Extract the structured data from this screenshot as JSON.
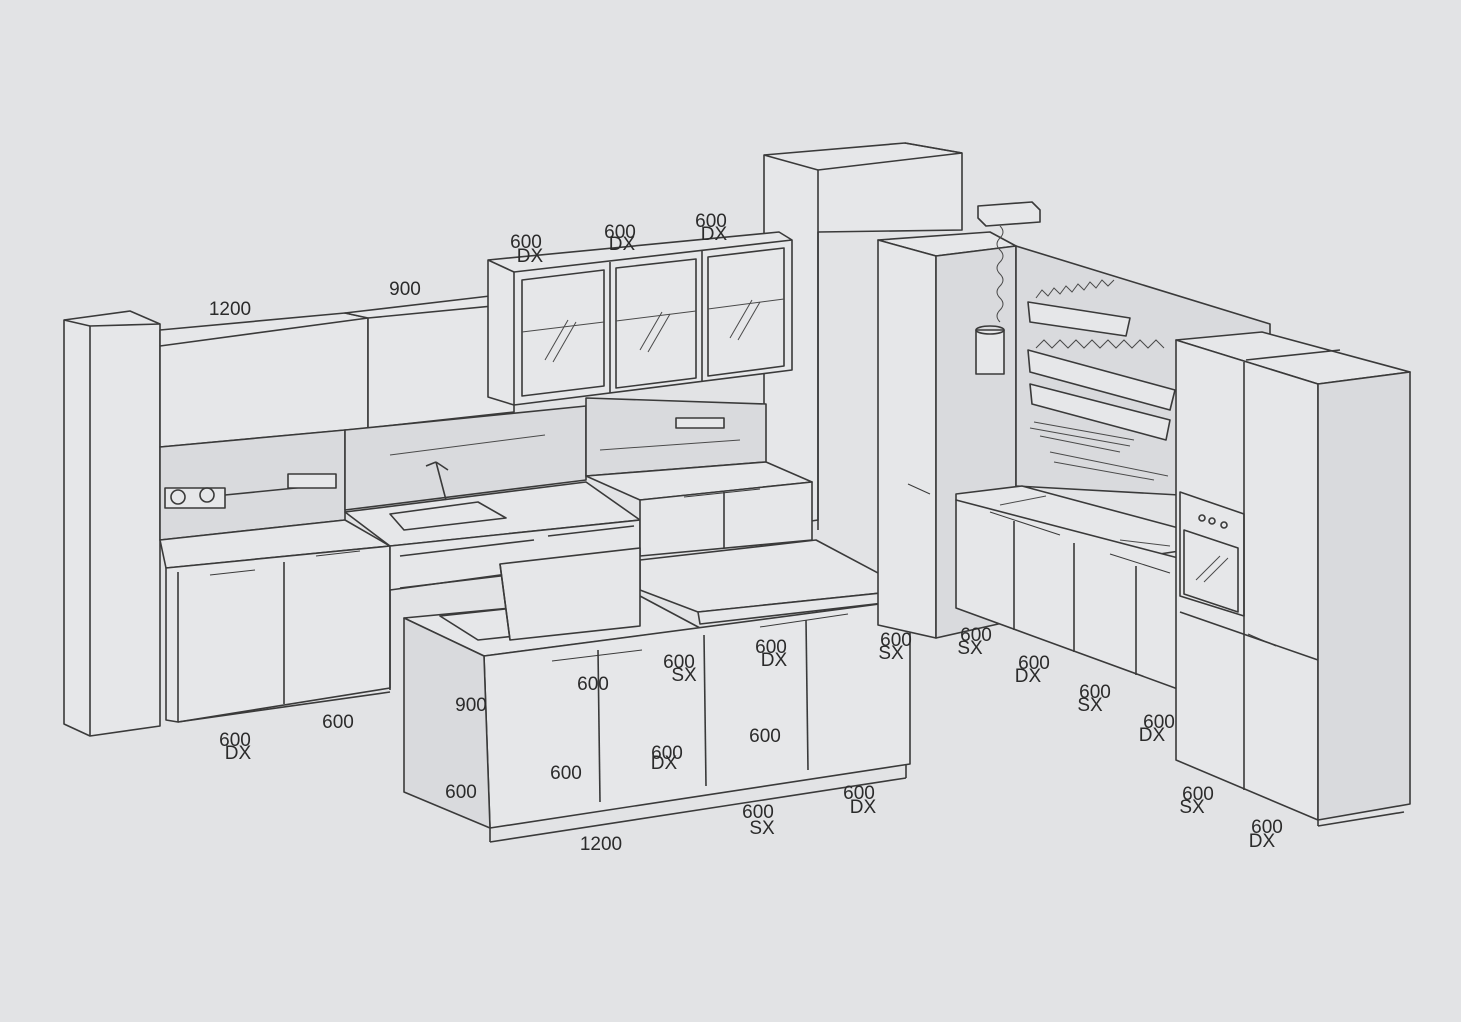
{
  "labels": {
    "upper_left_width": "1200",
    "upper_mid_width": "900",
    "glass_1": "600",
    "glass_1_side": "DX",
    "glass_2": "600",
    "glass_2_side": "DX",
    "glass_3": "600",
    "glass_3_side": "DX",
    "base_left_a": "600",
    "base_left_a_side": "DX",
    "base_left_b": "600",
    "island_height": "900",
    "island_top_a": "600",
    "island_top_b": "600",
    "island_top_b_side": "SX",
    "island_top_c": "600",
    "island_top_c_side": "DX",
    "island_top_d": "600",
    "island_top_d_side": "SX",
    "island_front_a": "600",
    "island_front_b": "600",
    "island_front_b_side": "DX",
    "island_front_c": "600",
    "island_side_depth": "600",
    "island_length": "1200",
    "island_bottom_a": "600",
    "island_bottom_a_side": "SX",
    "island_bottom_b": "600",
    "island_bottom_b_side": "DX",
    "right_fridge": "600",
    "right_fridge_side": "SX",
    "right_base_a": "600",
    "right_base_a_side": "DX",
    "right_base_b": "600",
    "right_base_b_side": "SX",
    "right_base_c": "600",
    "right_base_c_side": "DX",
    "tall_a": "600",
    "tall_a_side": "SX",
    "tall_b": "600",
    "tall_b_side": "DX"
  }
}
